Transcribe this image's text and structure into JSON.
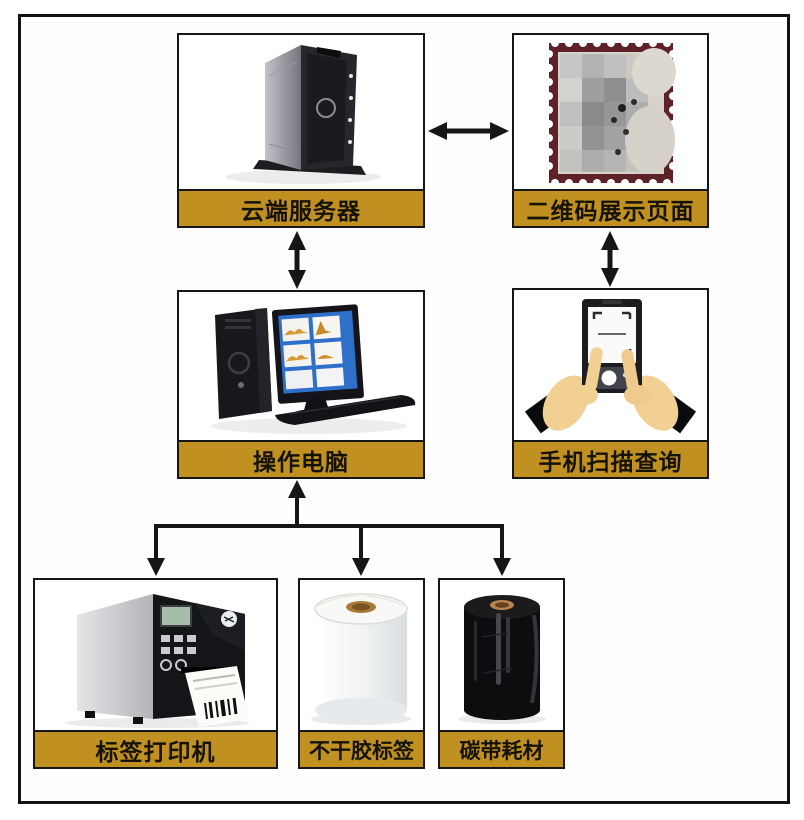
{
  "diagram": {
    "type": "flowchart",
    "background_color": "#ffffff",
    "frame_border_color": "#121212",
    "label_bar_color": "#c09021",
    "label_text_color": "#151208",
    "arrow_color": "#161616",
    "nodes": [
      {
        "id": "cloud-server",
        "label": "云端服务器",
        "image": "server-tower-image"
      },
      {
        "id": "qr-display-page",
        "label": "二维码展示页面",
        "image": "qr-code-stamp-image"
      },
      {
        "id": "operating-computer",
        "label": "操作电脑",
        "image": "desktop-computer-image"
      },
      {
        "id": "phone-scan-query",
        "label": "手机扫描查询",
        "image": "phone-scanning-image"
      },
      {
        "id": "label-printer",
        "label": "标签打印机",
        "image": "label-printer-image"
      },
      {
        "id": "adhesive-label",
        "label": "不干胶标签",
        "image": "label-roll-image"
      },
      {
        "id": "ribbon-supplies",
        "label": "碳带耗材",
        "image": "ribbon-roll-image"
      }
    ],
    "connections": [
      {
        "from": "cloud-server",
        "to": "qr-display-page",
        "style": "double-headed-horizontal"
      },
      {
        "from": "cloud-server",
        "to": "operating-computer",
        "style": "double-headed-vertical"
      },
      {
        "from": "qr-display-page",
        "to": "phone-scan-query",
        "style": "double-headed-vertical"
      },
      {
        "from": "operating-computer",
        "to": "label-printer",
        "style": "branch-down"
      },
      {
        "from": "operating-computer",
        "to": "adhesive-label",
        "style": "branch-down"
      },
      {
        "from": "operating-computer",
        "to": "ribbon-supplies",
        "style": "branch-down"
      }
    ]
  }
}
